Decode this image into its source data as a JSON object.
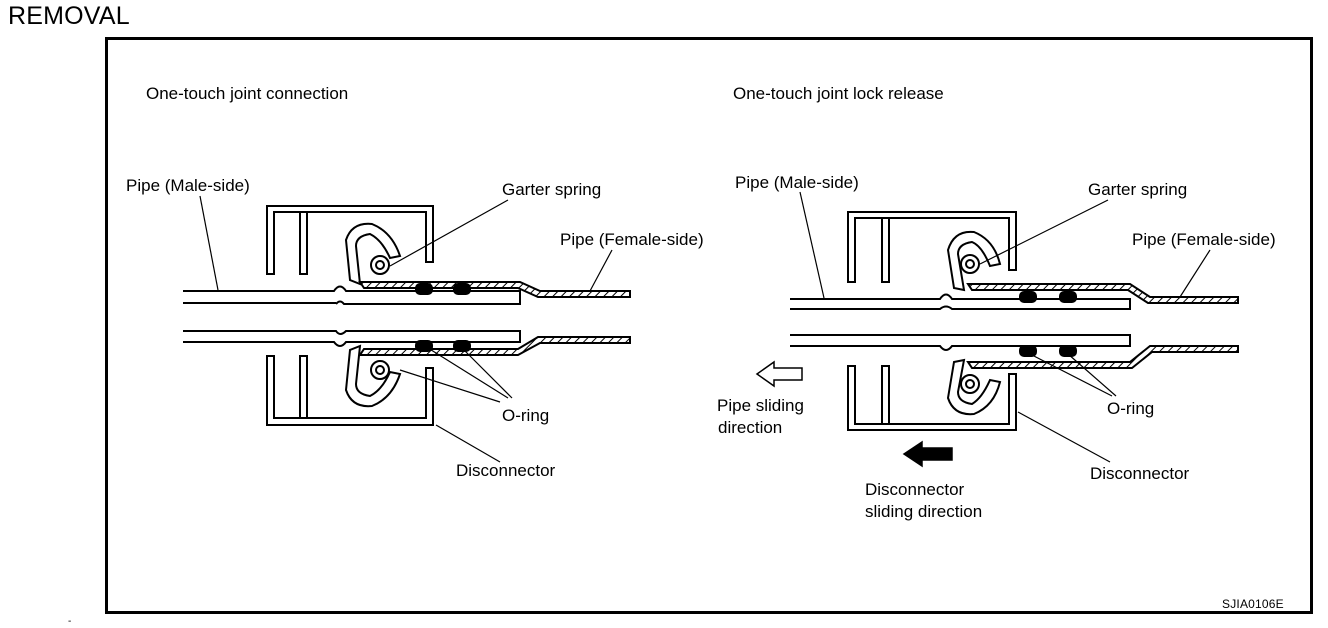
{
  "heading": "REMOVAL",
  "figure_code": "SJIA0106E",
  "stray_mark": "-",
  "connection": {
    "title": "One-touch joint connection",
    "pipe_male": "Pipe (Male-side)",
    "garter_spring": "Garter spring",
    "pipe_female": "Pipe (Female-side)",
    "o_ring": "O-ring",
    "disconnector": "Disconnector"
  },
  "release": {
    "title": "One-touch joint lock release",
    "pipe_male": "Pipe (Male-side)",
    "garter_spring": "Garter spring",
    "pipe_female": "Pipe (Female-side)",
    "o_ring": "O-ring",
    "disconnector": "Disconnector",
    "pipe_dir_line1": "Pipe sliding",
    "pipe_dir_line2": "direction",
    "disc_dir_line1": "Disconnector",
    "disc_dir_line2": "sliding direction"
  }
}
